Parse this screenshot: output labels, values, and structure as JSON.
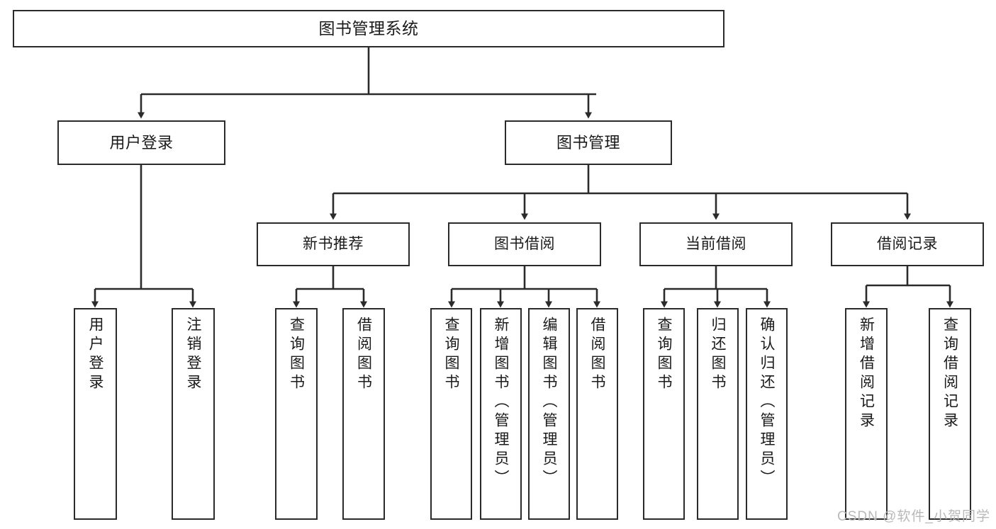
{
  "diagram": {
    "title": "图书管理系统",
    "type": "tree-hierarchy",
    "root": {
      "id": "root",
      "label": "图书管理系统"
    },
    "level1": [
      {
        "id": "user-login",
        "label": "用户登录"
      },
      {
        "id": "book-manage",
        "label": "图书管理"
      }
    ],
    "level2": [
      {
        "id": "new-book-recommend",
        "label": "新书推荐",
        "parent": "book-manage"
      },
      {
        "id": "book-borrow",
        "label": "图书借阅",
        "parent": "book-manage"
      },
      {
        "id": "current-borrow",
        "label": "当前借阅",
        "parent": "book-manage"
      },
      {
        "id": "borrow-record",
        "label": "借阅记录",
        "parent": "book-manage"
      }
    ],
    "leaves": [
      {
        "id": "leaf-user-login",
        "label": "用户登录",
        "parent": "user-login"
      },
      {
        "id": "leaf-logout",
        "label": "注销登录",
        "parent": "user-login"
      },
      {
        "id": "leaf-query-book-1",
        "label": "查询图书",
        "parent": "new-book-recommend"
      },
      {
        "id": "leaf-borrow-book-1",
        "label": "借阅图书",
        "parent": "new-book-recommend"
      },
      {
        "id": "leaf-query-book-2",
        "label": "查询图书",
        "parent": "book-borrow"
      },
      {
        "id": "leaf-add-book",
        "label": "新增图书（管理员）",
        "parent": "book-borrow"
      },
      {
        "id": "leaf-edit-book",
        "label": "编辑图书（管理员）",
        "parent": "book-borrow"
      },
      {
        "id": "leaf-borrow-book-2",
        "label": "借阅图书",
        "parent": "book-borrow"
      },
      {
        "id": "leaf-query-book-3",
        "label": "查询图书",
        "parent": "current-borrow"
      },
      {
        "id": "leaf-return-book",
        "label": "归还图书",
        "parent": "current-borrow"
      },
      {
        "id": "leaf-confirm-return",
        "label": "确认归还（管理员）",
        "parent": "current-borrow"
      },
      {
        "id": "leaf-add-record",
        "label": "新增借阅记录",
        "parent": "borrow-record"
      },
      {
        "id": "leaf-query-record",
        "label": "查询借阅记录",
        "parent": "borrow-record"
      }
    ],
    "colors": {
      "box_border": "#2b2b2b",
      "box_fill": "#ffffff",
      "connector": "#2b2b2b",
      "text": "#1a1a1a",
      "watermark": "#b9b9b9",
      "background": "#ffffff"
    }
  },
  "watermark": {
    "text": "CSDN @软件_小贺同学"
  }
}
